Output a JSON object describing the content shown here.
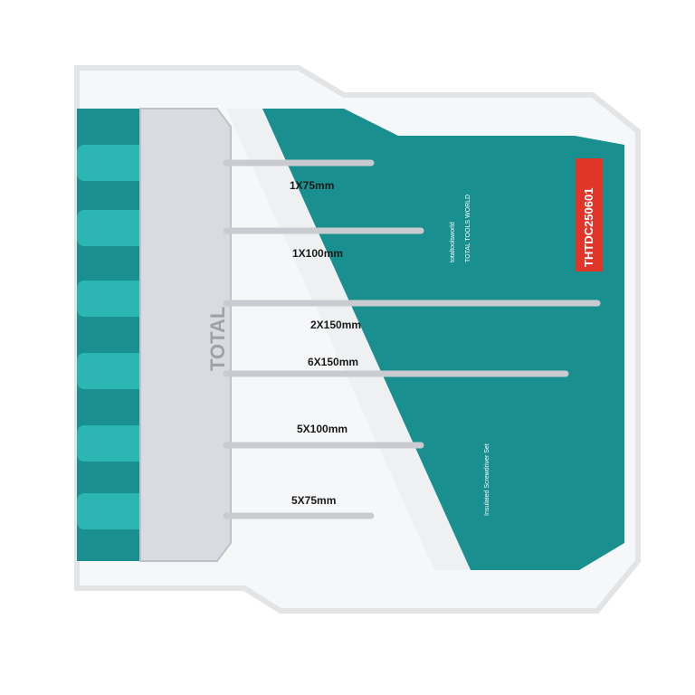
{
  "product": {
    "brand": "TOTAL",
    "model_code": "THTDC250601",
    "social": [
      "totaltoolsworld",
      "TOTAL TOOLS WORLD"
    ],
    "description": "Insulated Screwdriver Set"
  },
  "sizes": [
    "1X75mm",
    "1X100mm",
    "2X150mm",
    "6X150mm",
    "5X100mm",
    "5X75mm"
  ],
  "colors": {
    "teal": "#1a8f8f",
    "handle": "#2bb6b3",
    "red": "#e0362a",
    "tray": "#d9dbe0"
  }
}
